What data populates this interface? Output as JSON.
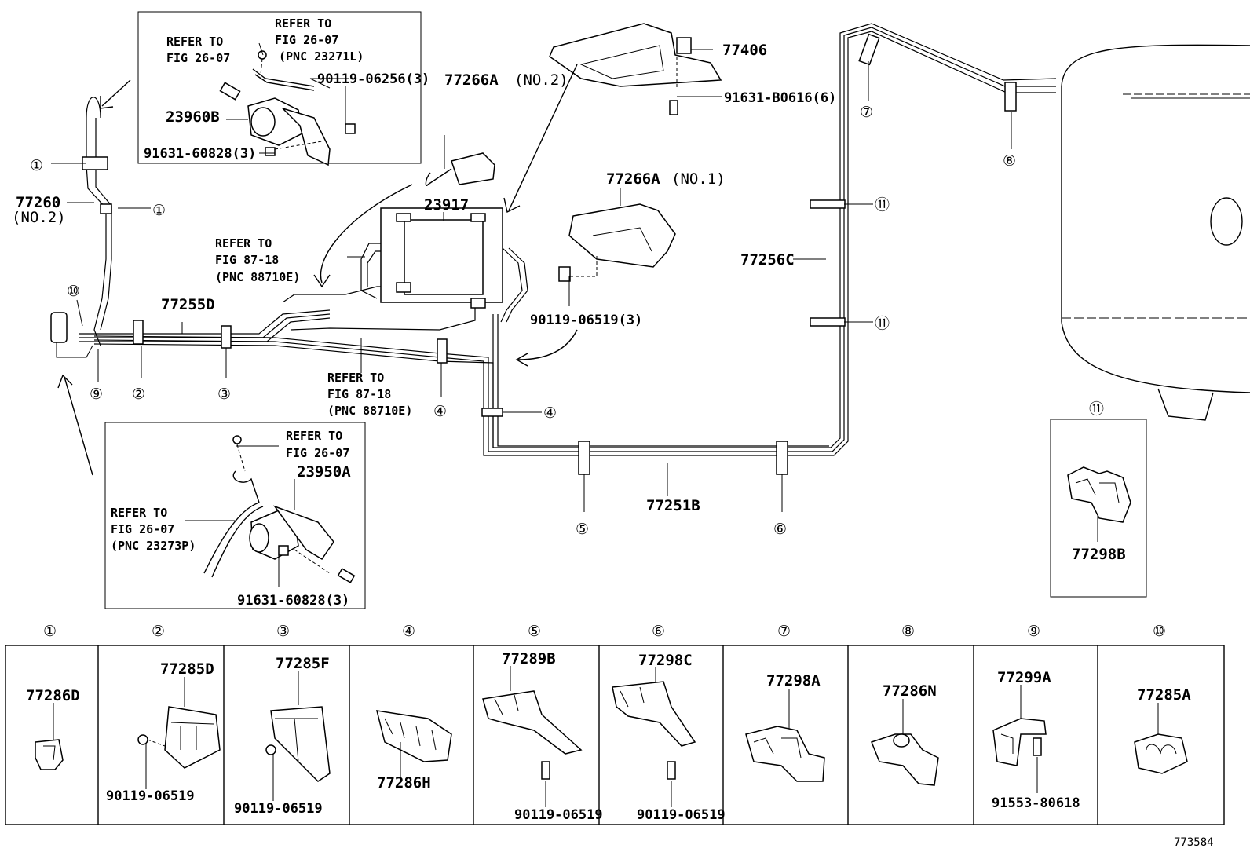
{
  "labels": {
    "l77406": "77406",
    "l77266a2": "77266A",
    "l77266a2_sub": "(NO.2)",
    "l77266a1": "77266A",
    "l77266a1_sub": "(NO.1)",
    "l23917": "23917",
    "l23960b": "23960B",
    "l23950a": "23950A",
    "l77260": "77260",
    "l77260_sub": "(NO.2)",
    "l77255d": "77255D",
    "l77256c": "77256C",
    "l77251b": "77251B",
    "l91631b": "91631-B0616(6)",
    "l90119a": "90119-06519(3)",
    "l90119b": "90119-06256(3)",
    "l91631a": "91631-60828(3)",
    "l91631c": "91631-60828(3)",
    "l77298b": "77298B",
    "fig_id": "773584"
  },
  "refer_notes": {
    "n1": [
      "REFER TO",
      "FIG 26-07"
    ],
    "n2": [
      "REFER TO",
      "FIG 26-07",
      "(PNC 23271L)"
    ],
    "n3": [
      "REFER TO",
      "FIG 87-18",
      "(PNC 88710E)"
    ],
    "n4": [
      "REFER TO",
      "FIG 87-18",
      "(PNC 88710E)"
    ],
    "n5": [
      "REFER TO",
      "FIG 26-07"
    ],
    "n6": [
      "REFER TO",
      "FIG 26-07",
      "(PNC 23273P)"
    ]
  },
  "callouts": [
    "①",
    "②",
    "③",
    "④",
    "⑤",
    "⑥",
    "⑦",
    "⑧",
    "⑨",
    "⑩",
    "⑪"
  ],
  "clip_table": [
    {
      "num": "①",
      "part": "77286D",
      "bolt": ""
    },
    {
      "num": "②",
      "part": "77285D",
      "bolt": "90119-06519"
    },
    {
      "num": "③",
      "part": "77285F",
      "bolt": "90119-06519"
    },
    {
      "num": "④",
      "part": "77286H",
      "bolt": ""
    },
    {
      "num": "⑤",
      "part": "77289B",
      "bolt": "90119-06519"
    },
    {
      "num": "⑥",
      "part": "77298C",
      "bolt": "90119-06519"
    },
    {
      "num": "⑦",
      "part": "77298A",
      "bolt": ""
    },
    {
      "num": "⑧",
      "part": "77286N",
      "bolt": ""
    },
    {
      "num": "⑨",
      "part": "77299A",
      "bolt": "91553-80618"
    },
    {
      "num": "⑩",
      "part": "77285A",
      "bolt": ""
    }
  ]
}
